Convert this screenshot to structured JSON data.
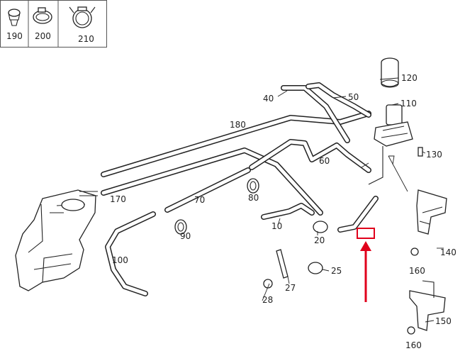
{
  "legend": {
    "cells": [
      {
        "label": "190",
        "icon": "push-clip-icon"
      },
      {
        "label": "200",
        "icon": "hose-clamp-icon"
      },
      {
        "label": "210",
        "icon": "spring-clamp-icon"
      }
    ]
  },
  "callouts": [
    {
      "id": "c10",
      "label": "10"
    },
    {
      "id": "c20",
      "label": "20"
    },
    {
      "id": "c25",
      "label": "25"
    },
    {
      "id": "c27",
      "label": "27"
    },
    {
      "id": "c28",
      "label": "28"
    },
    {
      "id": "c40",
      "label": "40"
    },
    {
      "id": "c50",
      "label": "50"
    },
    {
      "id": "c60",
      "label": "60"
    },
    {
      "id": "c70",
      "label": "70"
    },
    {
      "id": "c80",
      "label": "80"
    },
    {
      "id": "c90",
      "label": "90"
    },
    {
      "id": "c100",
      "label": "100"
    },
    {
      "id": "c110",
      "label": "110"
    },
    {
      "id": "c120",
      "label": "120"
    },
    {
      "id": "c130",
      "label": "130"
    },
    {
      "id": "c140",
      "label": "140"
    },
    {
      "id": "c150",
      "label": "150"
    },
    {
      "id": "c160a",
      "label": "160"
    },
    {
      "id": "c160b",
      "label": "160"
    },
    {
      "id": "c170",
      "label": "170"
    },
    {
      "id": "c180",
      "label": "180"
    }
  ],
  "highlight": {
    "label": "",
    "color": "#e0001b"
  }
}
